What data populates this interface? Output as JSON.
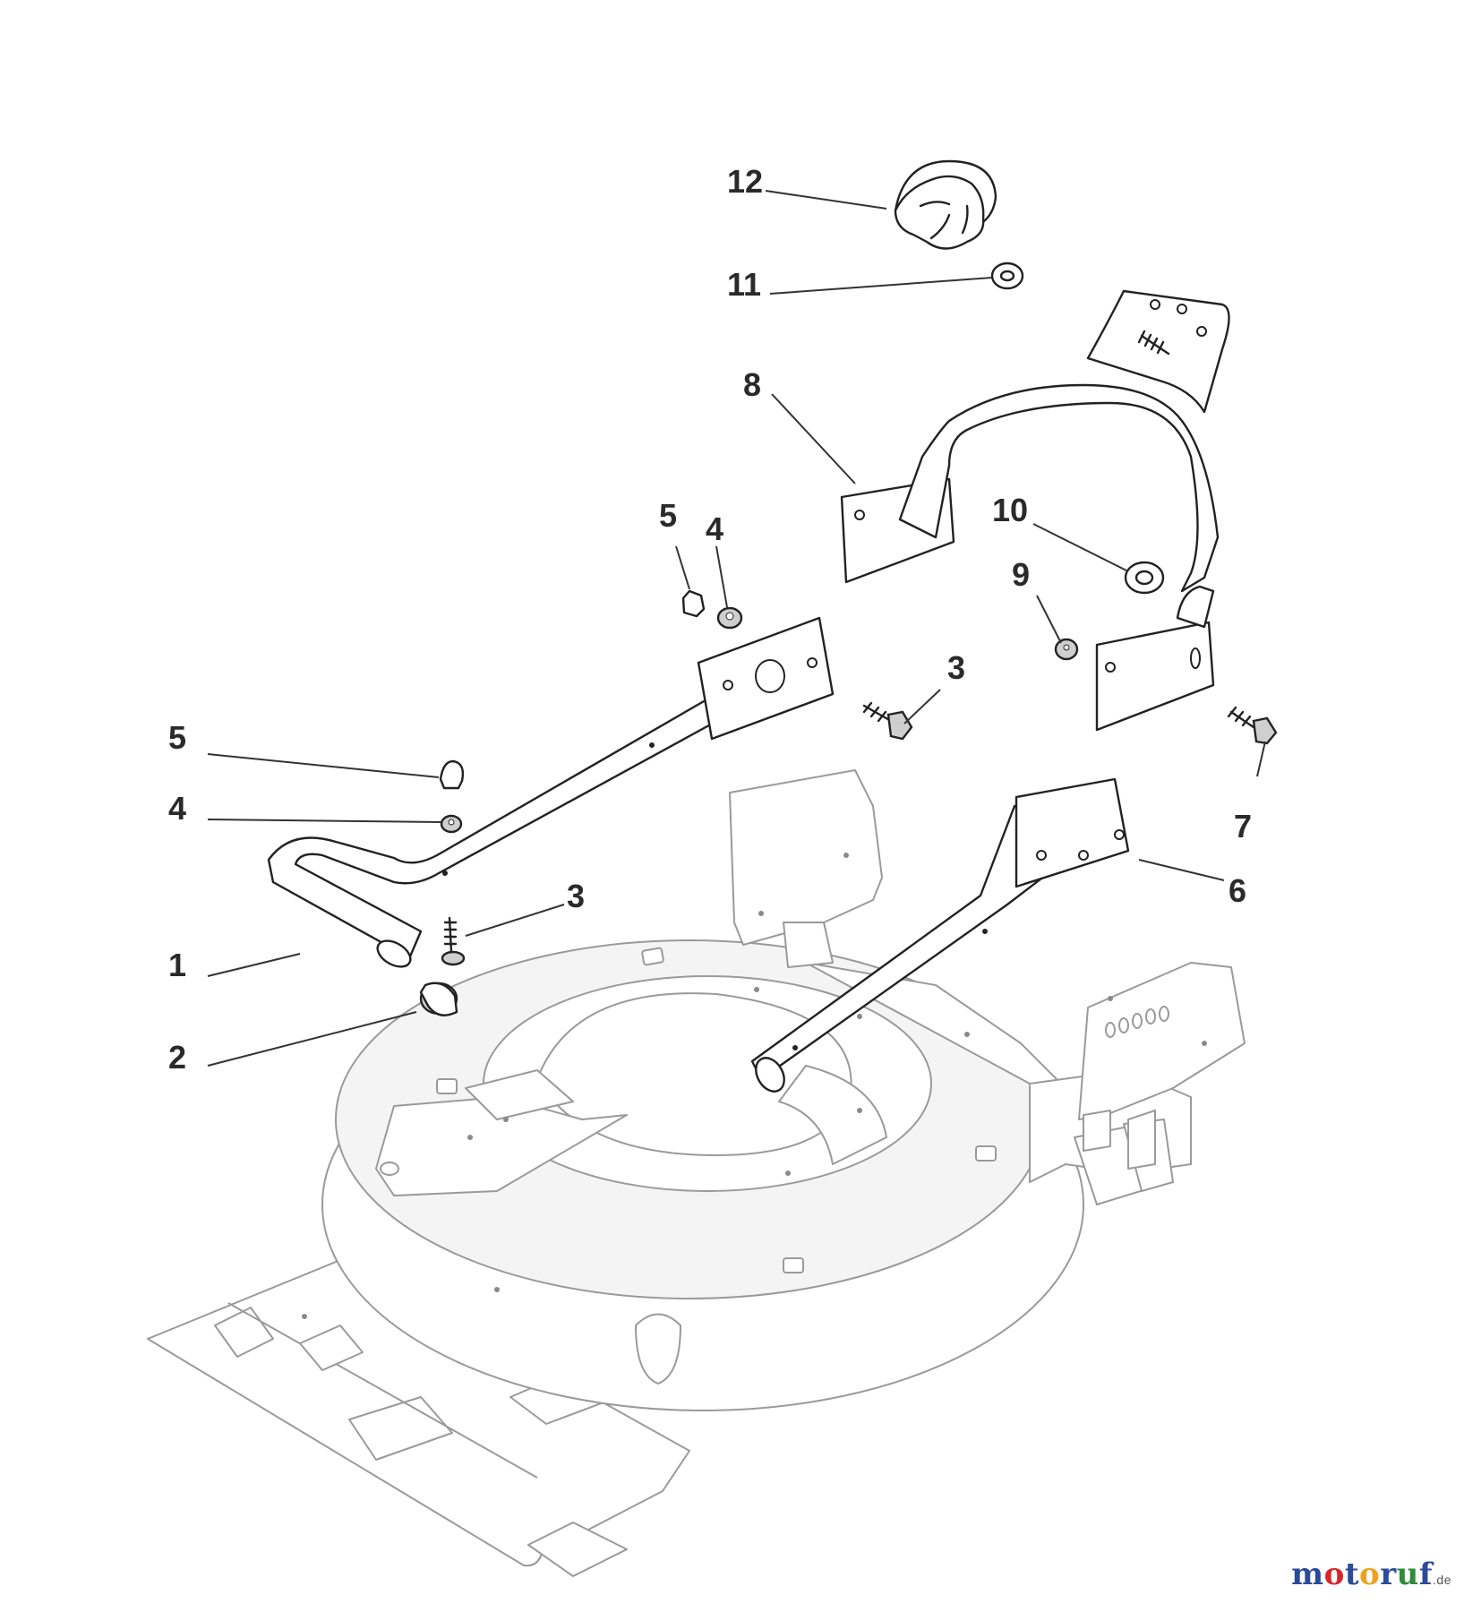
{
  "callouts": {
    "c1": "1",
    "c2": "2",
    "c3a": "3",
    "c3b": "3",
    "c4a": "4",
    "c4b": "4",
    "c5a": "5",
    "c5b": "5",
    "c6": "6",
    "c7": "7",
    "c8": "8",
    "c9": "9",
    "c10": "10",
    "c11": "11",
    "c12": "12"
  },
  "watermark": {
    "parts": [
      {
        "text": "m",
        "color": "#2b4a9a"
      },
      {
        "text": "o",
        "color": "#d8262b"
      },
      {
        "text": "t",
        "color": "#2b4a9a"
      },
      {
        "text": "o",
        "color": "#f0a01c"
      },
      {
        "text": "r",
        "color": "#2b4a9a"
      },
      {
        "text": "u",
        "color": "#2e8b3a"
      },
      {
        "text": "f",
        "color": "#2b4a9a"
      }
    ],
    "suffix": ".de"
  }
}
